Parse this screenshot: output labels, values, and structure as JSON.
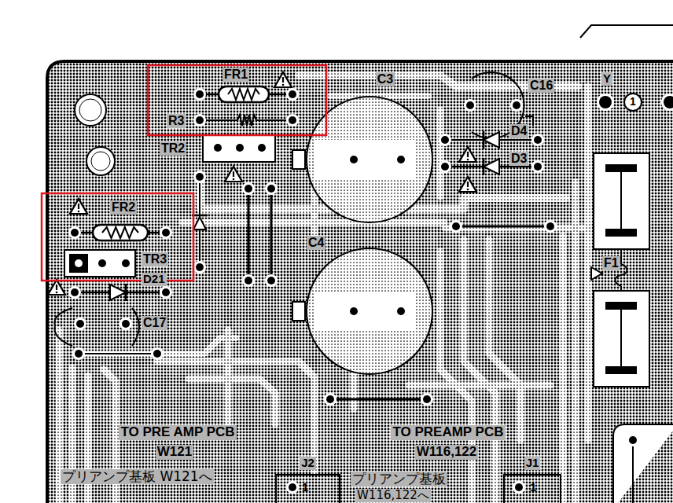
{
  "diagram": {
    "nodes": [
      {
        "text": [
          "1"
        ]
      },
      {
        "text": [
          "J2",
          "1"
        ]
      },
      {
        "text": [
          "J1",
          "1"
        ]
      }
    ],
    "labels": [
      "FR1",
      "C3",
      "C16",
      "Y",
      "R3",
      "TR2",
      "D4",
      "D3",
      "FR2",
      "TR3",
      "C4",
      "F1",
      "D21",
      "C17",
      "TO PRE AMP PCB",
      "W121",
      "プリアンプ基板 W121へ",
      "TO PREAMP PCB",
      "W116,122",
      "プリアンプ基板",
      "W116,122へ"
    ]
  }
}
